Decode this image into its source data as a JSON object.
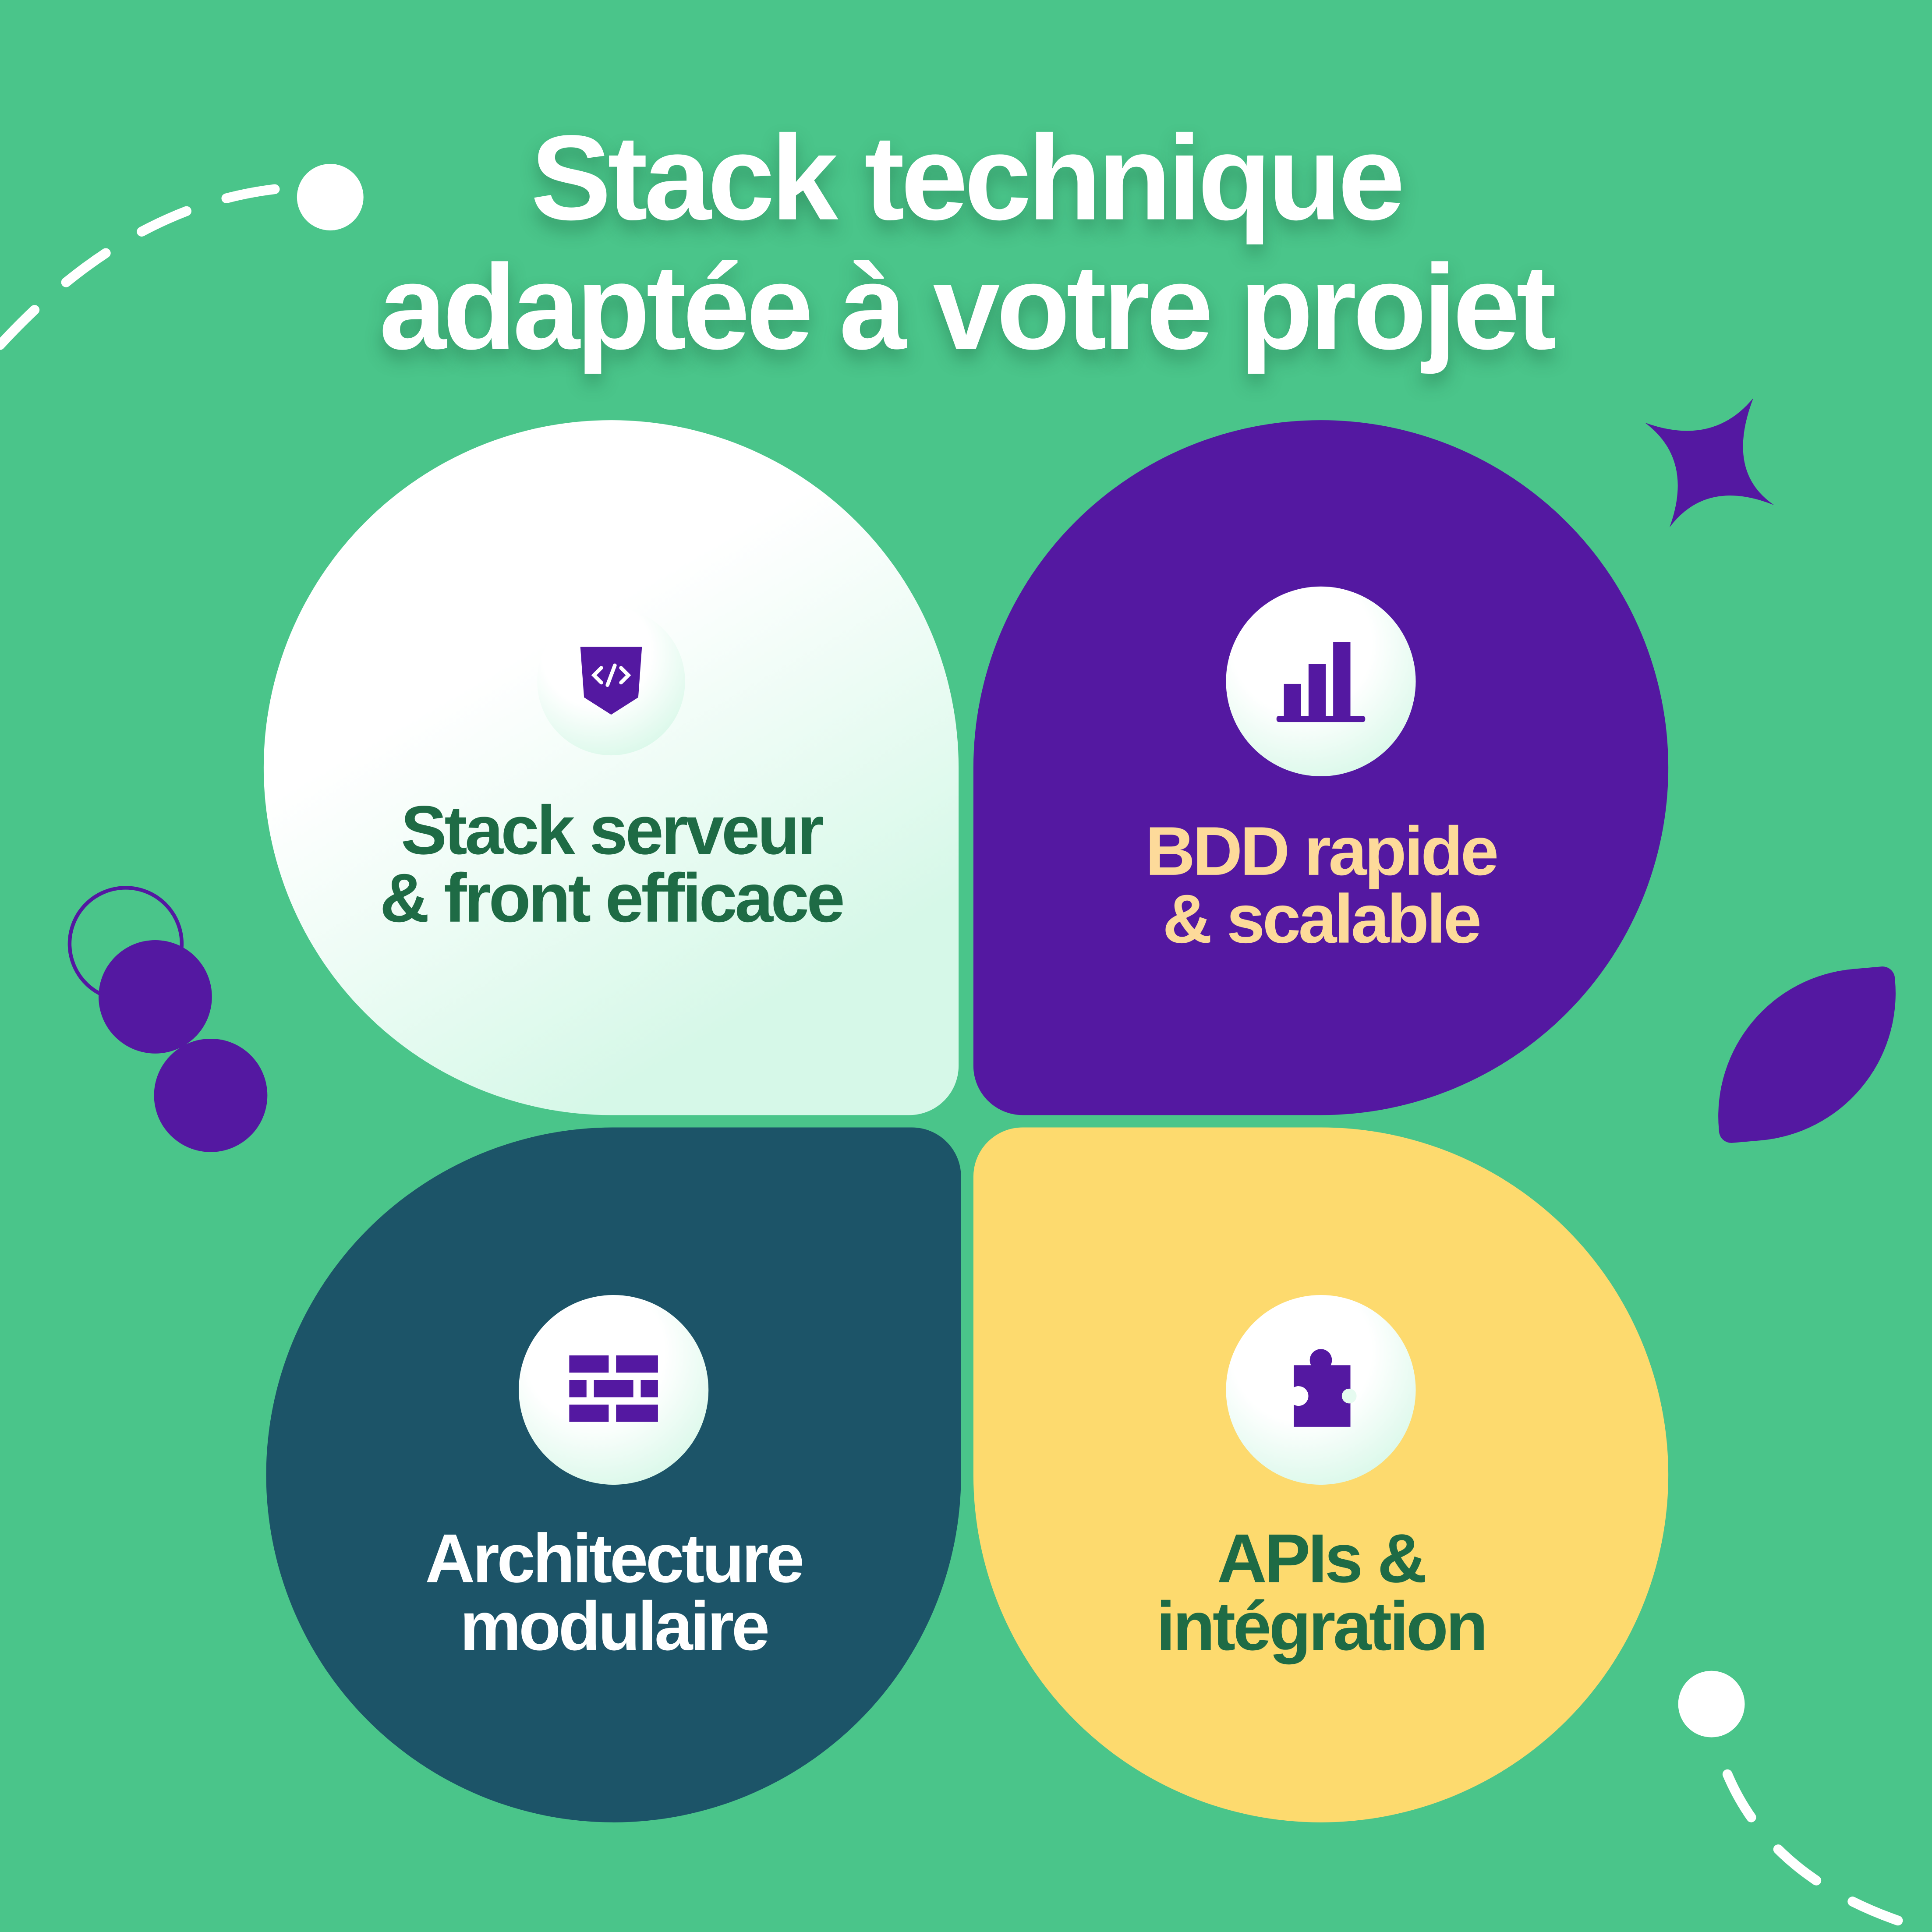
{
  "title": {
    "line1": "Stack technique",
    "line2": "adaptée à votre projet"
  },
  "cards": [
    {
      "line1": "Stack serveur",
      "line2": "& front efficace",
      "icon": "code-badge-icon",
      "color": "#1E6B45"
    },
    {
      "line1": "BDD rapide",
      "line2": "& scalable",
      "icon": "bar-chart-icon",
      "color": "#FDDA9A"
    },
    {
      "line1": "Architecture",
      "line2": "modulaire",
      "icon": "brick-wall-icon",
      "color": "#FFFFFF"
    },
    {
      "line1": "APIs &",
      "line2": "intégration",
      "icon": "puzzle-piece-icon",
      "color": "#1E6B45"
    }
  ],
  "colors": {
    "background": "#4AC58A",
    "purple": "#5418A1",
    "teal": "#1C5468",
    "yellow": "#FDDA6E"
  }
}
